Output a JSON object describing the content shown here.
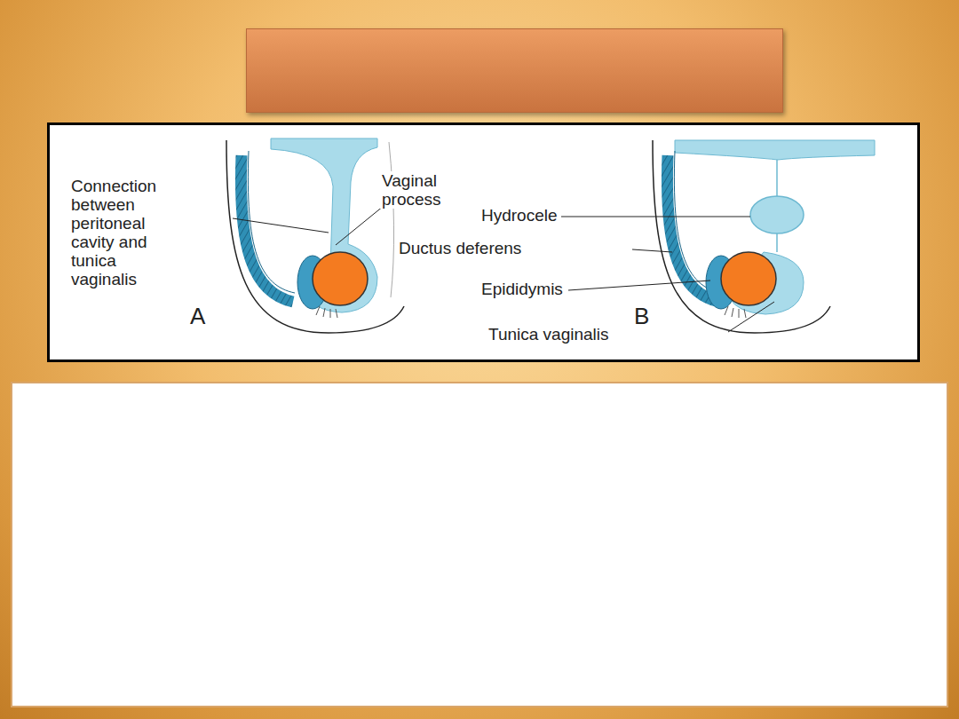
{
  "diagram": {
    "labels": [
      "Connection between peritoneal cavity and tunica vaginalis",
      "Vaginal process",
      "A",
      "Hydrocele",
      "Ductus deferens",
      "Epididymis",
      "Tunica vaginalis",
      "B"
    ]
  }
}
